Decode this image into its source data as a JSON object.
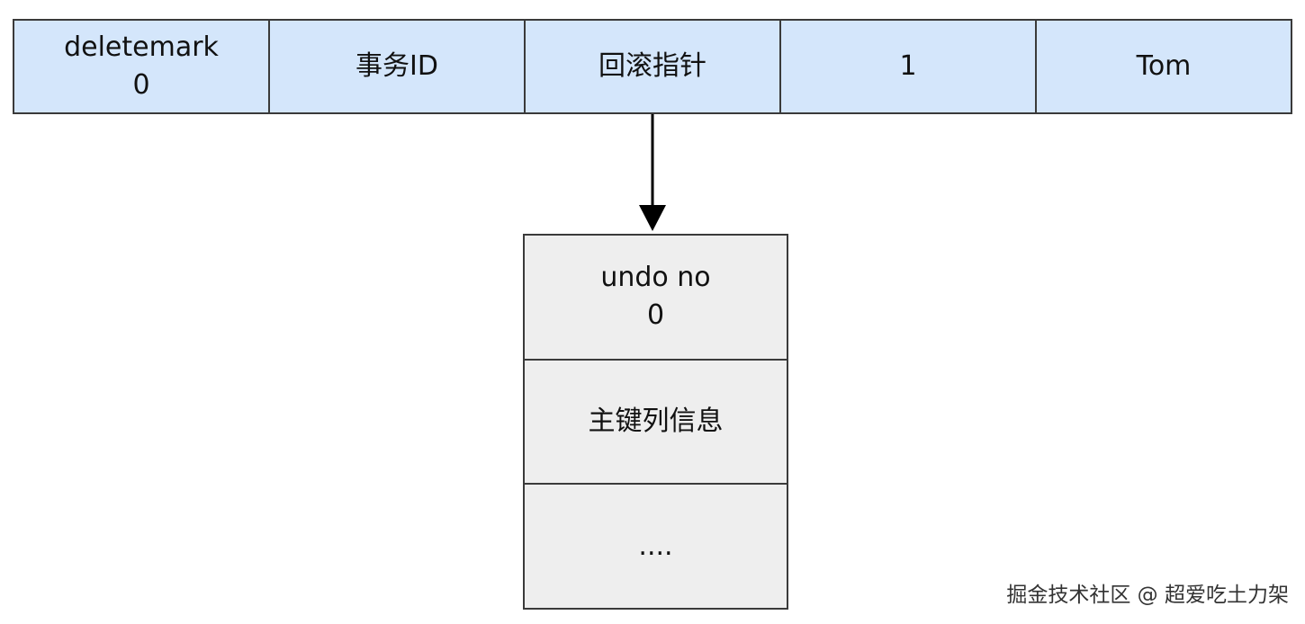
{
  "record": {
    "cells": [
      {
        "label": "deletemark\n0"
      },
      {
        "label": "事务ID"
      },
      {
        "label": "回滚指针"
      },
      {
        "label": "1"
      },
      {
        "label": "Tom"
      }
    ]
  },
  "undo_log": {
    "cells": [
      {
        "label": "undo no\n0"
      },
      {
        "label": "主键列信息"
      },
      {
        "label": "...."
      }
    ]
  },
  "watermark": "掘金技术社区 @ 超爱吃土力架",
  "colors": {
    "record_fill": "#d4e6fb",
    "undo_fill": "#eeeeee",
    "border": "#3a3a3a",
    "arrow": "#000000"
  }
}
